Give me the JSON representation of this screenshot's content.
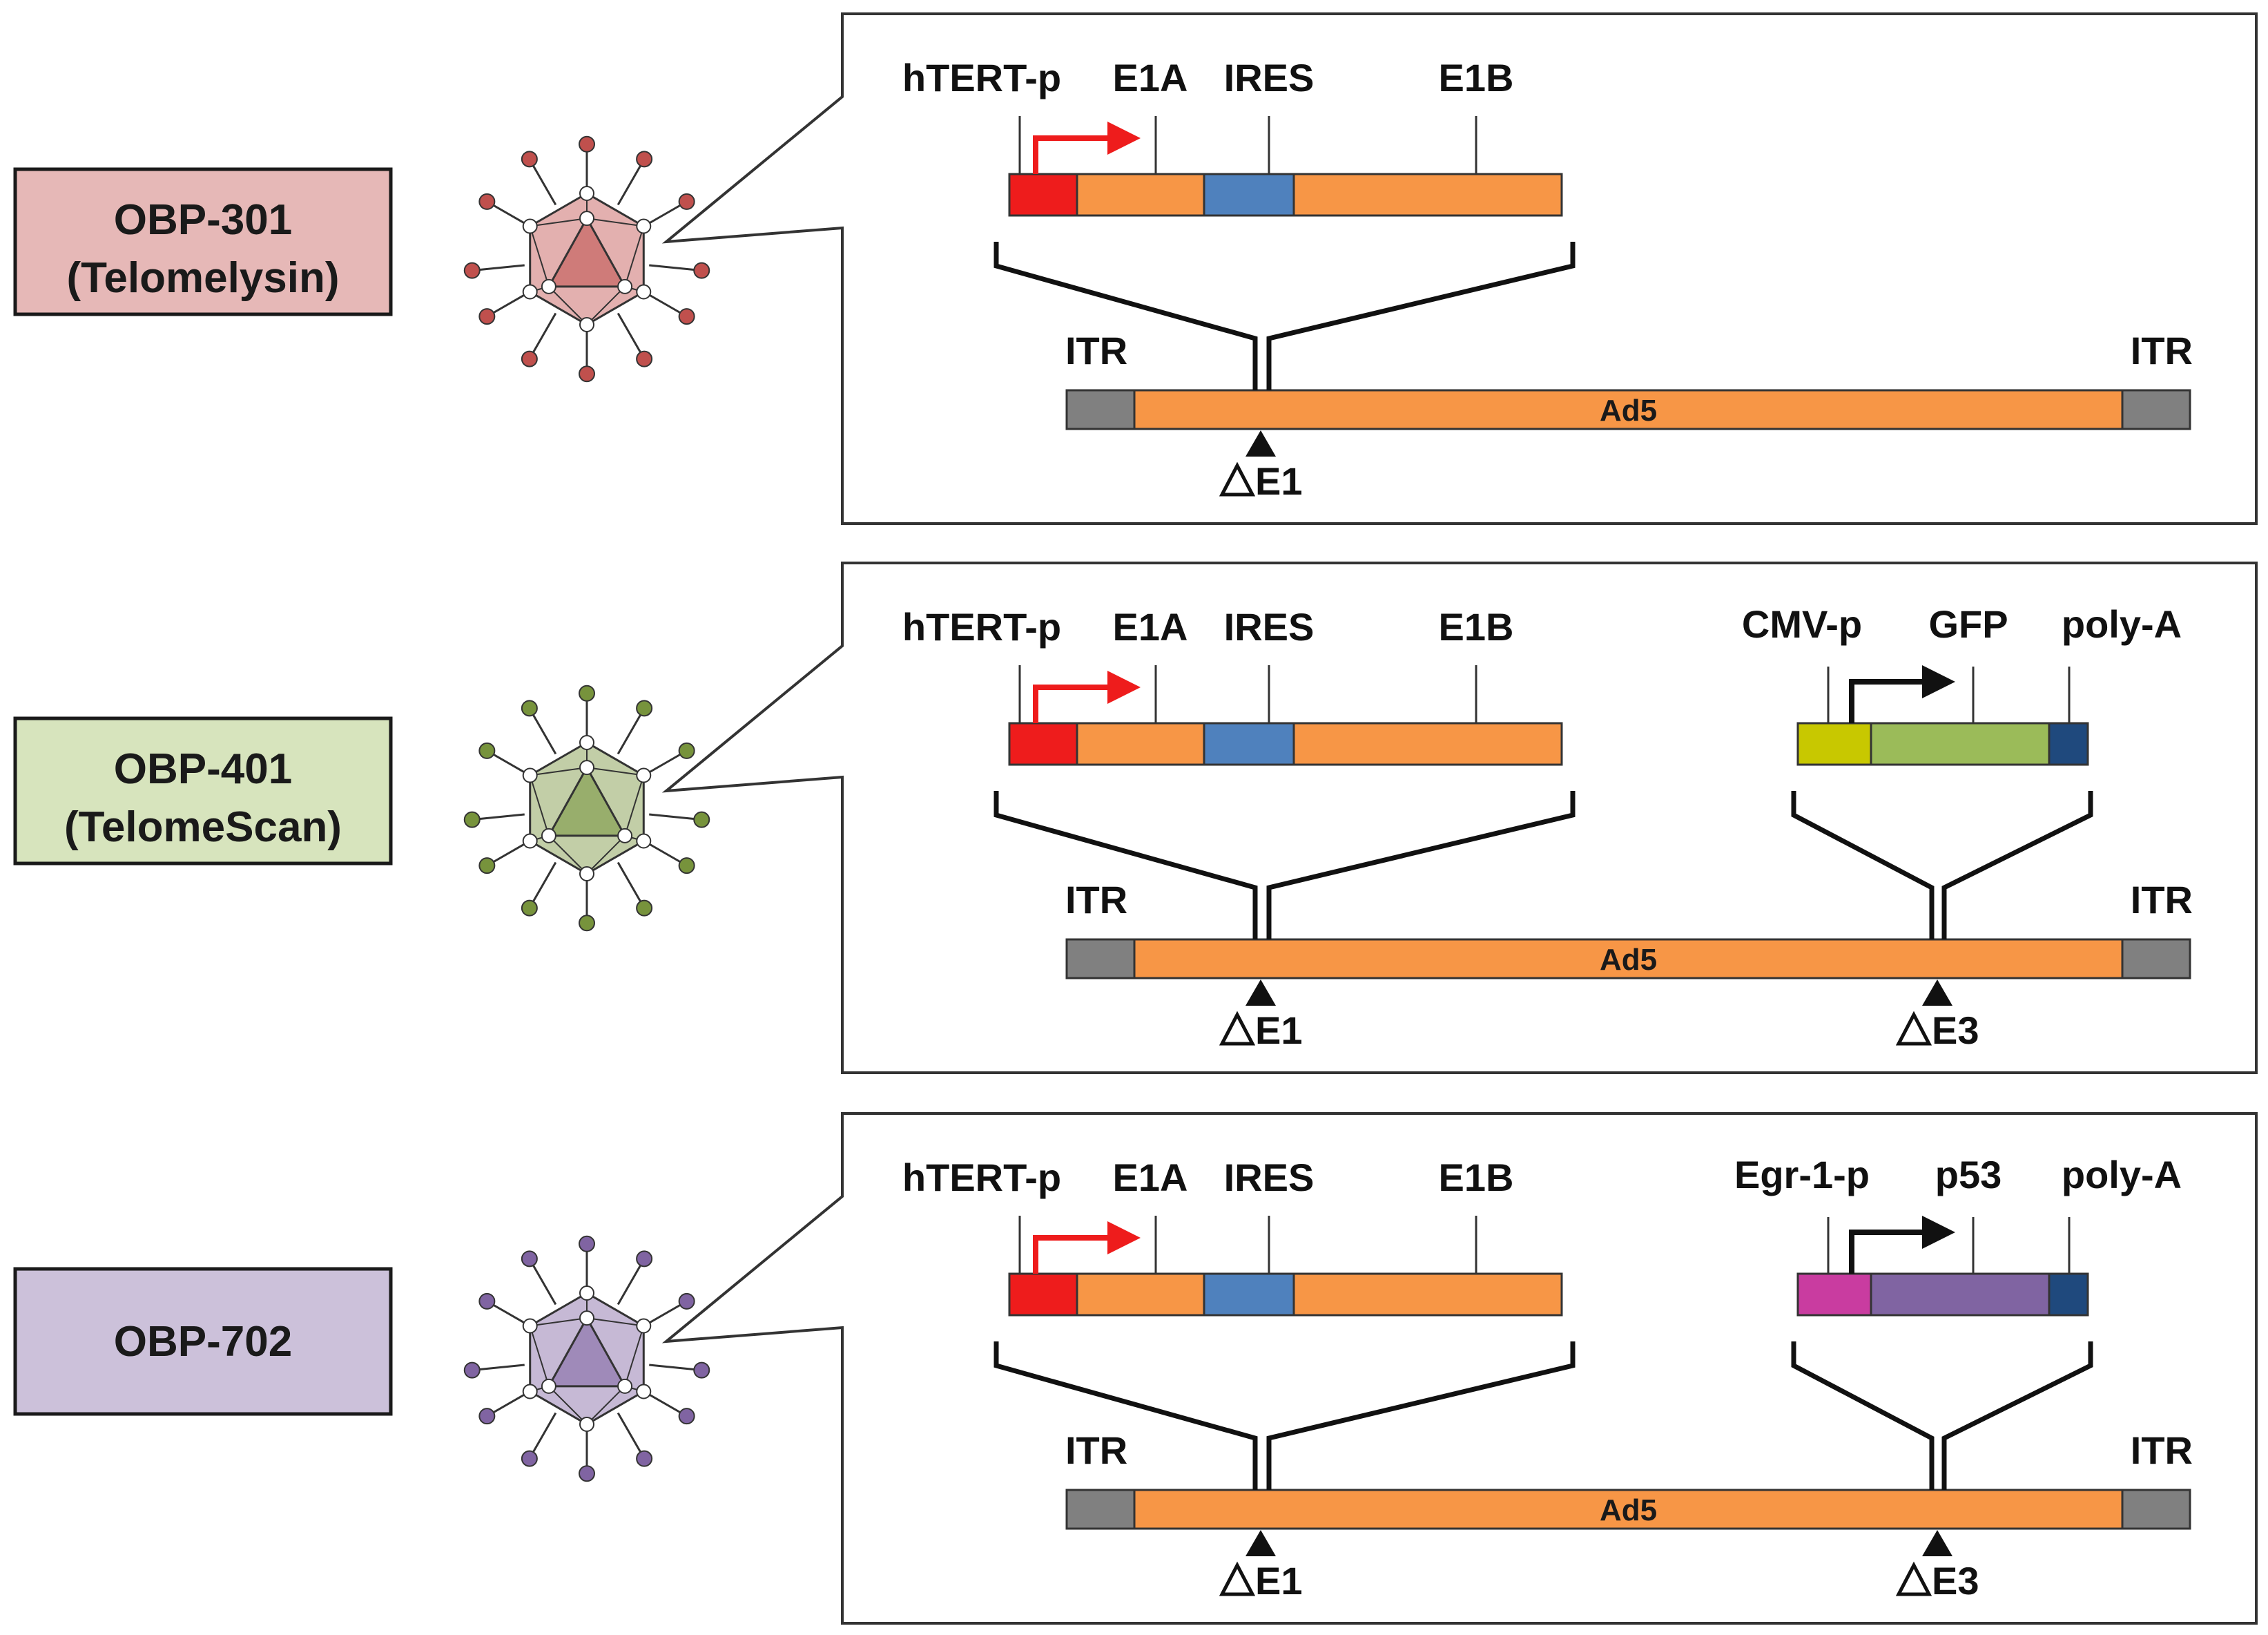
{
  "colors": {
    "promoter_red": "#ee1c1c",
    "orange": "#f79646",
    "ires_blue": "#4f81bd",
    "itr_gray": "#808080",
    "cmv_yellow": "#c8c800",
    "gfp_green": "#9bbb59",
    "polyA_navy": "#1f497d",
    "egr_magenta": "#c93ca0",
    "p53_purple": "#8064a2"
  },
  "icons": {
    "virus": "icosahedral-adenovirus-icon"
  },
  "panels": [
    {
      "id": "obp301",
      "vector": {
        "name": "OBP-301",
        "subtitle": "(Telomelysin)",
        "box_color": "#e6b8b7",
        "virus_color": "#c0504d"
      },
      "cassette1": {
        "promoter": "hTERT-p",
        "labels": [
          "E1A",
          "IRES",
          "E1B"
        ]
      },
      "cassette2": null,
      "backbone": {
        "itr_left": "ITR",
        "itr_right": "ITR",
        "name": "Ad5",
        "deletion1": "E1",
        "deletion2": null
      }
    },
    {
      "id": "obp401",
      "vector": {
        "name": "OBP-401",
        "subtitle": "(TelomeScan)",
        "box_color": "#d7e4bd",
        "virus_color": "#77933c"
      },
      "cassette1": {
        "promoter": "hTERT-p",
        "labels": [
          "E1A",
          "IRES",
          "E1B"
        ]
      },
      "cassette2": {
        "labels": [
          "CMV-p",
          "GFP",
          "poly-A"
        ],
        "promoter_color": "#c8c800",
        "gene_color": "#9bbb59"
      },
      "backbone": {
        "itr_left": "ITR",
        "itr_right": "ITR",
        "name": "Ad5",
        "deletion1": "E1",
        "deletion2": "E3"
      }
    },
    {
      "id": "obp702",
      "vector": {
        "name": "OBP-702",
        "subtitle": "",
        "box_color": "#ccc1da",
        "virus_color": "#8064a2"
      },
      "cassette1": {
        "promoter": "hTERT-p",
        "labels": [
          "E1A",
          "IRES",
          "E1B"
        ]
      },
      "cassette2": {
        "labels": [
          "Egr-1-p",
          "p53",
          "poly-A"
        ],
        "promoter_color": "#c93ca0",
        "gene_color": "#8064a2"
      },
      "backbone": {
        "itr_left": "ITR",
        "itr_right": "ITR",
        "name": "Ad5",
        "deletion1": "E1",
        "deletion2": "E3"
      }
    }
  ]
}
